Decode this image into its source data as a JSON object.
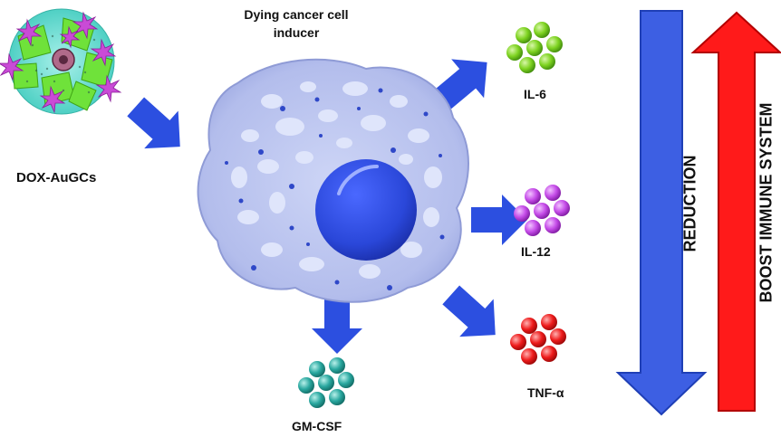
{
  "title": "Dying cancer cell\ninducer",
  "labels": {
    "dox_augcs": "DOX-AuGCs",
    "il6": "IL-6",
    "il12": "IL-12",
    "tnf": "TNF-α",
    "gm_csf": "GM-CSF",
    "reduction": "REDUCTION",
    "boost": "BOOST IMMUNE SYSTEM"
  },
  "colors": {
    "arrow_blue": "#2c4fe0",
    "reduction_arrow": "#3d5fe3",
    "boost_arrow": "#ff1a1a",
    "il6": "#7ed321",
    "il12": "#c54ce8",
    "tnf": "#ee1c1c",
    "gm_csf": "#2aa8a0",
    "cell_body": "#b9c3ef",
    "nucleus": "#2a47d9"
  }
}
